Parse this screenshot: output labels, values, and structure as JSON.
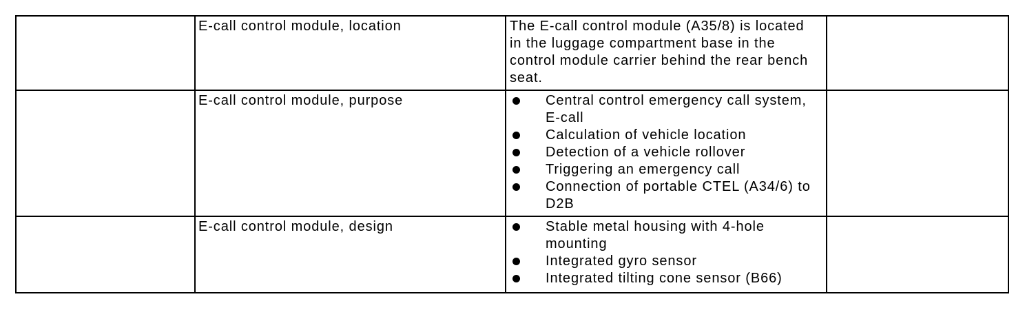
{
  "colors": {
    "background": "#ffffff",
    "border": "#000000",
    "text": "#000000"
  },
  "table": {
    "rows": [
      {
        "topic": "E-call control module, location",
        "paragraph": "The E-call control module (A35/8) is located in the luggage compartment base in the control module carrier behind the rear bench seat."
      },
      {
        "topic": "E-call control module, purpose",
        "bullets": [
          "Central control emergency call system, E-call",
          "Calculation of vehicle location",
          "Detection of a vehicle rollover",
          "Triggering an emergency call",
          "Connection of portable CTEL (A34/6) to D2B"
        ]
      },
      {
        "topic": "E-call control module, design",
        "bullets": [
          "Stable metal housing with 4-hole mounting",
          "Integrated gyro sensor",
          "Integrated tilting cone sensor (B66)"
        ]
      }
    ]
  }
}
